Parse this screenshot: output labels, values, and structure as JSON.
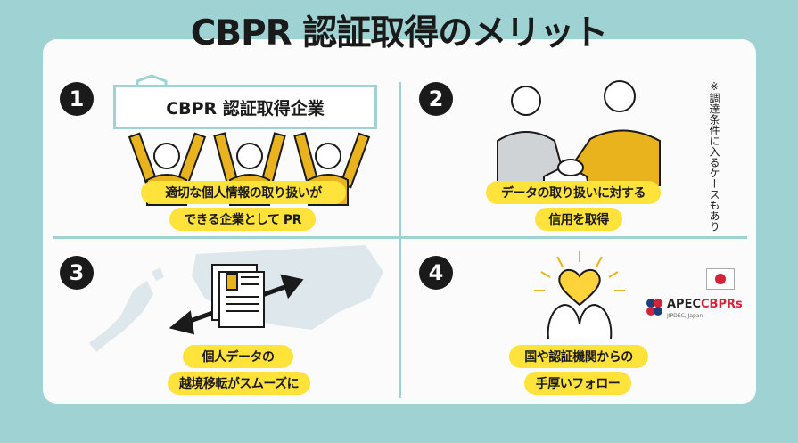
{
  "title": "CBPR 認証取得のメリット",
  "panels": [
    {
      "number": "1",
      "sign_text": "CBPR 認証取得企業",
      "pill_line1": "適切な個人情報の取り扱いが",
      "pill_line2": "できる企業として PR"
    },
    {
      "number": "2",
      "pill_line1": "データの取り扱いに対する",
      "pill_line2": "信用を取得",
      "note": "※調達条件に入るケースもあり"
    },
    {
      "number": "3",
      "pill_line1": "個人データの",
      "pill_line2": "越境移転がスムーズに"
    },
    {
      "number": "4",
      "pill_line1": "国や認証機関からの",
      "pill_line2": "手厚いフォロー",
      "logo_text_a": "APEC",
      "logo_text_b": "CBPRs",
      "logo_sub": "JIPDEC, Japan"
    }
  ],
  "colors": {
    "background": "#9fd3d3",
    "panel": "#fbfbfb",
    "accent": "#ffe23a",
    "shirt": "#e8b31c"
  }
}
